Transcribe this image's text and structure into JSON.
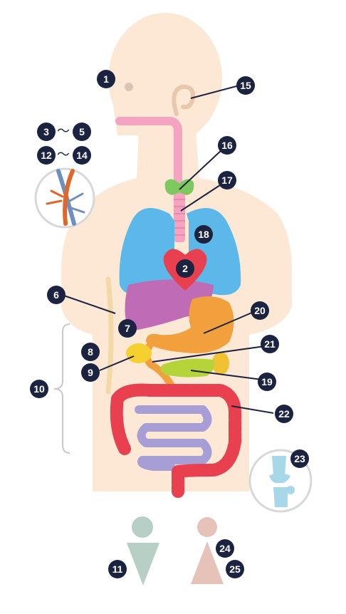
{
  "colors": {
    "body": "#fde8d6",
    "badge": "#1c2340",
    "lungs": "#5bb8e8",
    "heart": "#e8404f",
    "liver": "#c06bb6",
    "stomach": "#f2a03d",
    "thyroid": "#7dc95e",
    "trachea": "#f4a3c0",
    "colon": "#e8404f",
    "small_intestine": "#a89ed6",
    "gallbladder": "#f5d030",
    "pancreas": "#b5d43a",
    "vein": "#6f8fbf",
    "artery": "#e0662a",
    "joint": "#a8d8e8",
    "male": "#b8cfc6",
    "female": "#e6c2b8"
  },
  "labels": {
    "n1": "1",
    "n2": "2",
    "n3": "3",
    "n5": "5",
    "n6": "6",
    "n7": "7",
    "n8": "8",
    "n9": "9",
    "n10": "10",
    "n11": "11",
    "n12": "12",
    "n14": "14",
    "n15": "15",
    "n16": "16",
    "n17": "17",
    "n18": "18",
    "n19": "19",
    "n20": "20",
    "n21": "21",
    "n22": "22",
    "n23": "23",
    "n24": "24",
    "n25": "25",
    "tilde_a": "〜",
    "tilde_b": "〜"
  },
  "icons": [
    "blood-vessel-icon",
    "joint-icon",
    "male-icon",
    "female-icon"
  ]
}
